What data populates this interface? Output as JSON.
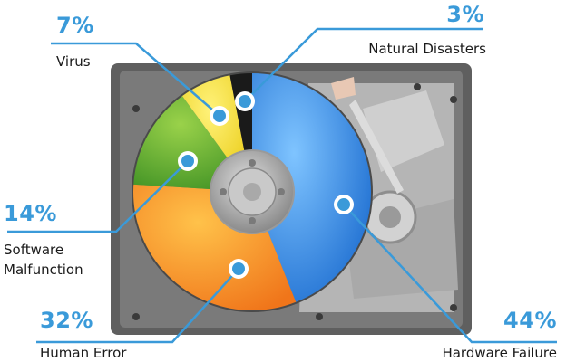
{
  "chart_data": {
    "type": "pie",
    "title": "",
    "categories": [
      "Hardware Failure",
      "Human Error",
      "Software Malfunction",
      "Virus",
      "Natural Disasters"
    ],
    "values": [
      44,
      32,
      14,
      7,
      3
    ],
    "labels": [
      "44%",
      "32%",
      "14%",
      "7%",
      "3%"
    ],
    "colors": [
      "#2f86e0",
      "#f08a1e",
      "#5aa62c",
      "#f3dc1c",
      "#1a1a1a"
    ],
    "start_angle_deg": 0,
    "direction": "clockwise",
    "legend": "none"
  },
  "labels": {
    "hardware": {
      "pct": "44%",
      "name": "Hardware Failure"
    },
    "human": {
      "pct": "32%",
      "name": "Human Error"
    },
    "software": {
      "pct": "14%",
      "name_line1": "Software",
      "name_line2": "Malfunction"
    },
    "virus": {
      "pct": "7%",
      "name": "Virus"
    },
    "natural": {
      "pct": "3%",
      "name": "Natural Disasters"
    }
  },
  "colors": {
    "accent": "#3a9ad9",
    "drive_case": "#6e6e6e",
    "drive_plate": "#b9b9b9"
  }
}
